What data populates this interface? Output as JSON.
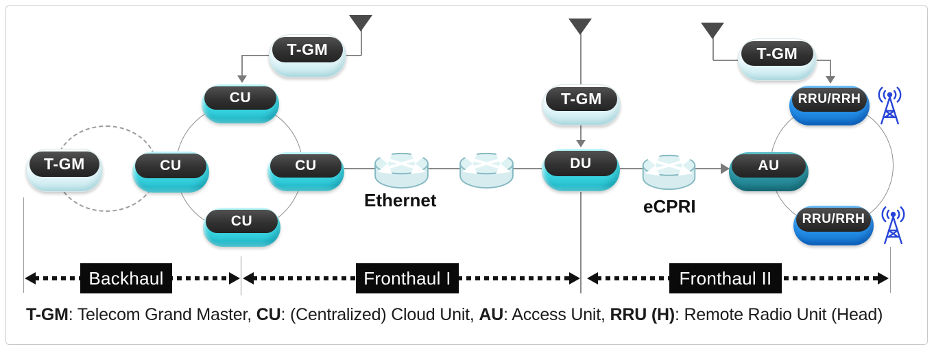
{
  "nodes": {
    "tgm": "T-GM",
    "cu": "CU",
    "du": "DU",
    "au": "AU",
    "rru": "RRU/RRH"
  },
  "links": {
    "ethernet": "Ethernet",
    "ecpri": "eCPRI"
  },
  "segments": [
    {
      "label": "Backhaul"
    },
    {
      "label": "Fronthaul I"
    },
    {
      "label": "Fronthaul II"
    }
  ],
  "legend": {
    "parts": [
      {
        "text": "T-GM",
        "bold": true
      },
      {
        "text": ": Telecom Grand Master, ",
        "bold": false
      },
      {
        "text": "CU",
        "bold": true
      },
      {
        "text": ": (Centralized) Cloud Unit,  ",
        "bold": false
      },
      {
        "text": "AU",
        "bold": true
      },
      {
        "text": ": Access Unit,  ",
        "bold": false
      },
      {
        "text": "RRU (H)",
        "bold": true
      },
      {
        "text": ": Remote Radio Unit (Head)",
        "bold": false
      }
    ]
  },
  "icons": {
    "antenna": "down-triangle-antenna",
    "router": "cisco-router-cylinder",
    "radio_tower": "broadcast-tower"
  },
  "colors": {
    "node_cyan": "#43dce8",
    "node_light": "#eafbfe",
    "node_teal": "#2d95a3",
    "node_blue": "#2a93ea",
    "node_cap_dark": "#333333",
    "tower_blue": "#2744d8",
    "line_gray": "#8a8a8a",
    "arrow_black": "#111111"
  }
}
